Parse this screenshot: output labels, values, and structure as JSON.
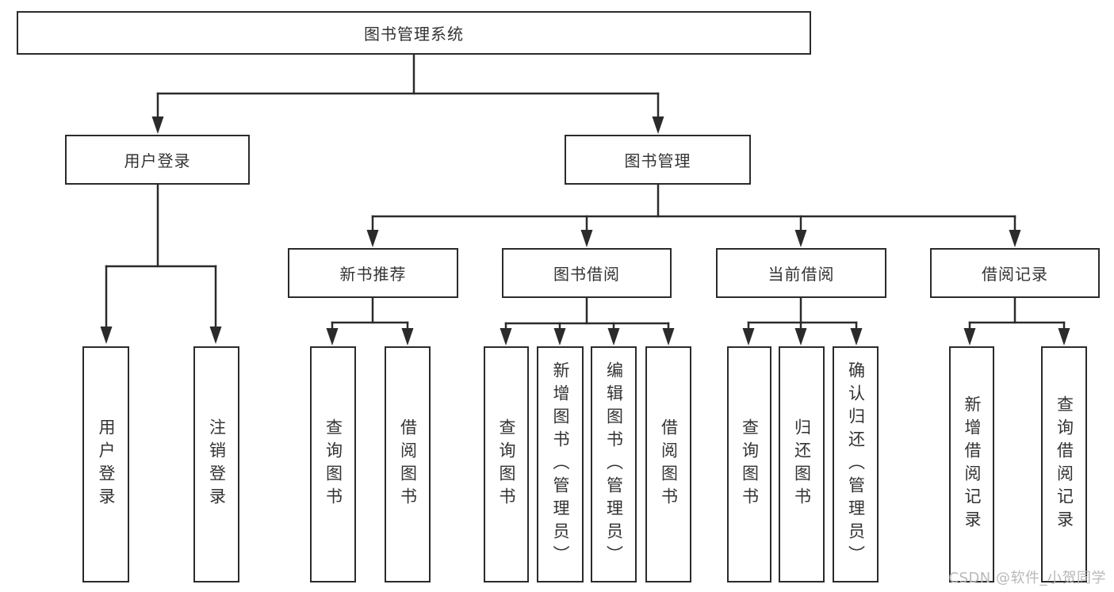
{
  "title": "图书管理系统",
  "level2": {
    "user_login": "用户登录",
    "book_management": "图书管理"
  },
  "level3": {
    "new_book_rec": "新书推荐",
    "book_borrow": "图书借阅",
    "current_borrow": "当前借阅",
    "borrow_records": "借阅记录"
  },
  "leaves": {
    "user_login": [
      "用户登录",
      "注销登录"
    ],
    "new_book_rec": [
      "查询图书",
      "借阅图书"
    ],
    "book_borrow": [
      "查询图书",
      "新增图书（管理员）",
      "编辑图书（管理员）",
      "借阅图书"
    ],
    "current_borrow": [
      "查询图书",
      "归还图书",
      "确认归还（管理员）"
    ],
    "borrow_records": [
      "新增借阅记录",
      "查询借阅记录"
    ]
  },
  "watermark": "CSDN @软件_小贺同学",
  "colors": {
    "line": "#2b2b2b",
    "text": "#333333",
    "watermark": "#b9b9b9",
    "background": "#ffffff"
  }
}
